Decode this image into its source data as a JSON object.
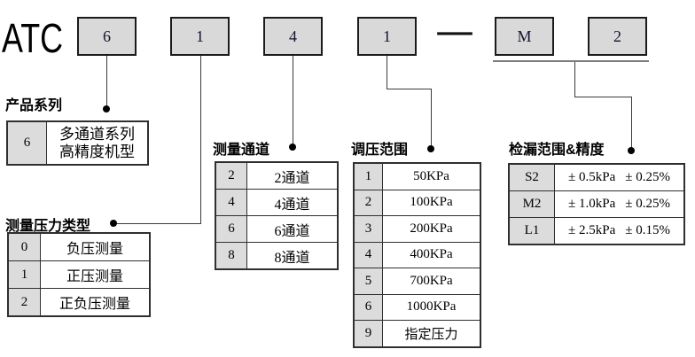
{
  "code": {
    "prefix": "ATC",
    "boxes": [
      "6",
      "1",
      "4",
      "1",
      "M",
      "2"
    ],
    "separator": "—"
  },
  "colors": {
    "box_fill": "#d9d9d9",
    "code_cell_fill": "#dcdcdc",
    "border": "#2f2f2f",
    "bullet": "#000000"
  },
  "product_series": {
    "title": "产品系列",
    "rows": [
      {
        "code": "6",
        "line1": "多通道系列",
        "line2": "高精度机型"
      }
    ]
  },
  "pressure_type": {
    "title": "测量压力类型",
    "rows": [
      {
        "code": "0",
        "desc": "负压测量"
      },
      {
        "code": "1",
        "desc": "正压测量"
      },
      {
        "code": "2",
        "desc": "正负压测量"
      }
    ]
  },
  "channels": {
    "title": "测量通道",
    "rows": [
      {
        "code": "2",
        "desc": "2通道"
      },
      {
        "code": "4",
        "desc": "4通道"
      },
      {
        "code": "6",
        "desc": "6通道"
      },
      {
        "code": "8",
        "desc": "8通道"
      }
    ]
  },
  "regulation_range": {
    "title": "调压范围",
    "rows": [
      {
        "code": "1",
        "desc": "50KPa"
      },
      {
        "code": "2",
        "desc": "100KPa"
      },
      {
        "code": "3",
        "desc": "200KPa"
      },
      {
        "code": "4",
        "desc": "400KPa"
      },
      {
        "code": "5",
        "desc": "700KPa"
      },
      {
        "code": "6",
        "desc": "1000KPa"
      },
      {
        "code": "9",
        "desc": "指定压力"
      }
    ]
  },
  "leak": {
    "title": "检漏范围&精度",
    "rows": [
      {
        "code": "S2",
        "kpa": "± 0.5kPa",
        "pct": "± 0.25%"
      },
      {
        "code": "M2",
        "kpa": "± 1.0kPa",
        "pct": "± 0.25%"
      },
      {
        "code": "L1",
        "kpa": "± 2.5kPa",
        "pct": "± 0.15%"
      }
    ]
  }
}
